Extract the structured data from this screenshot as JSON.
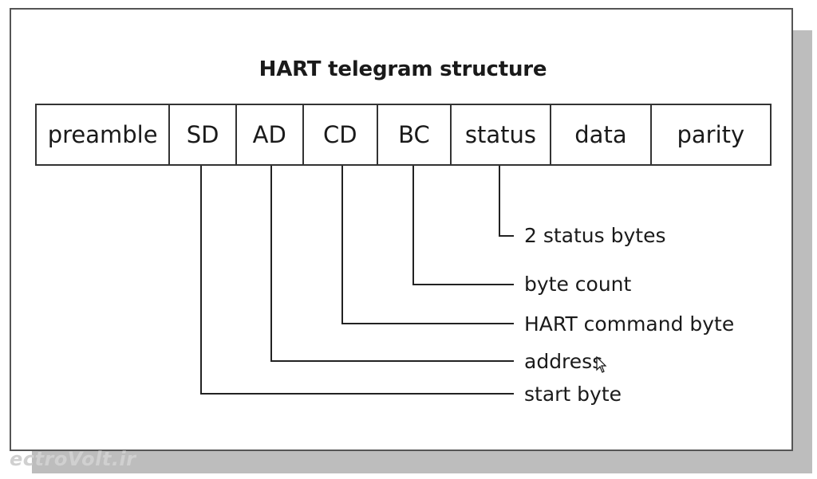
{
  "diagram": {
    "title": "HART telegram structure",
    "fields": [
      {
        "label": "preamble"
      },
      {
        "label": "SD"
      },
      {
        "label": "AD"
      },
      {
        "label": "CD"
      },
      {
        "label": "BC"
      },
      {
        "label": "status"
      },
      {
        "label": "data"
      },
      {
        "label": "parity"
      }
    ],
    "callouts": [
      {
        "label": "2 status bytes",
        "field": "status"
      },
      {
        "label": "byte count",
        "field": "BC"
      },
      {
        "label": "HART command byte",
        "field": "CD"
      },
      {
        "label": "address",
        "field": "AD"
      },
      {
        "label": "start byte",
        "field": "SD"
      }
    ]
  },
  "watermark": "ectroVolt.ir"
}
